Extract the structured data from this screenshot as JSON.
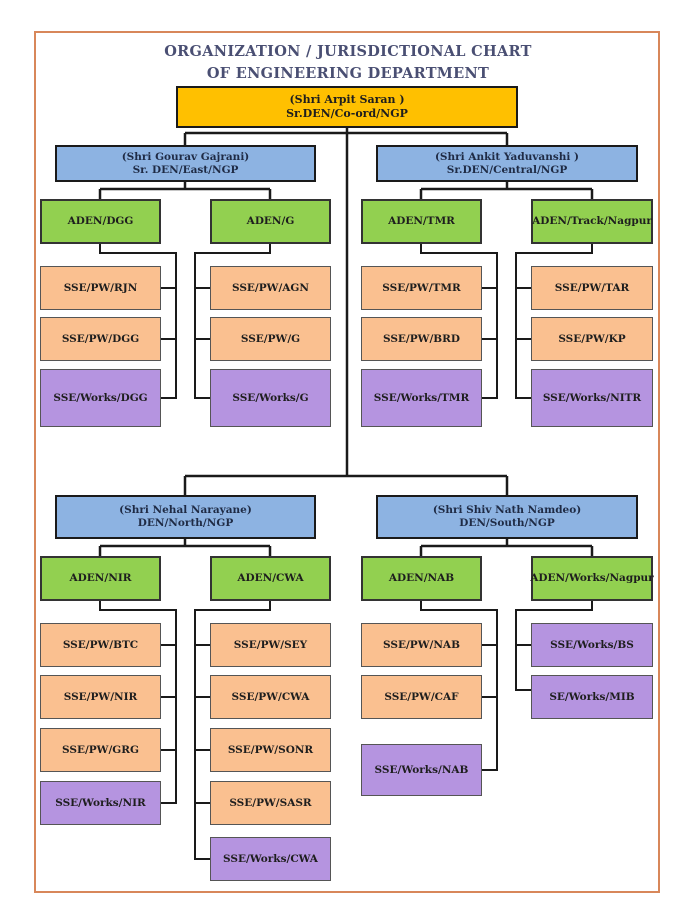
{
  "title": {
    "line1": "ORGANIZATION / JURISDICTIONAL CHART",
    "line2": "OF ENGINEERING DEPARTMENT"
  },
  "root": {
    "name": "(Shri Arpit Saran )",
    "post": "Sr.DEN/Co-ord/NGP"
  },
  "den_east": {
    "name": "(Shri Gourav Gajrani)",
    "post": "Sr. DEN/East/NGP",
    "adens": [
      {
        "label": "ADEN/DGG",
        "units": [
          "SSE/PW/RJN",
          "SSE/PW/DGG",
          "SSE/Works/DGG"
        ]
      },
      {
        "label": "ADEN/G",
        "units": [
          "SSE/PW/AGN",
          "SSE/PW/G",
          "SSE/Works/G"
        ]
      }
    ]
  },
  "den_central": {
    "name": "(Shri Ankit Yaduvanshi   )",
    "post": "Sr.DEN/Central/NGP",
    "adens": [
      {
        "label": "ADEN/TMR",
        "units": [
          "SSE/PW/TMR",
          "SSE/PW/BRD",
          "SSE/Works/TMR"
        ]
      },
      {
        "label": "ADEN/Track/Nagpur",
        "units": [
          "SSE/PW/TAR",
          "SSE/PW/KP",
          "SSE/Works/NITR"
        ]
      }
    ]
  },
  "den_north": {
    "name": "(Shri Nehal Narayane)",
    "post": "DEN/North/NGP",
    "adens": [
      {
        "label": "ADEN/NIR",
        "units": [
          "SSE/PW/BTC",
          "SSE/PW/NIR",
          "SSE/PW/GRG",
          "SSE/Works/NIR"
        ]
      },
      {
        "label": "ADEN/CWA",
        "units": [
          "SSE/PW/SEY",
          "SSE/PW/CWA",
          "SSE/PW/SONR",
          "SSE/PW/SASR",
          "SSE/Works/CWA"
        ]
      }
    ]
  },
  "den_south": {
    "name": "(Shri Shiv Nath Namdeo)",
    "post": "DEN/South/NGP",
    "adens": [
      {
        "label": "ADEN/NAB",
        "units": [
          "SSE/PW/NAB",
          "SSE/PW/CAF",
          "SSE/Works/NAB"
        ]
      },
      {
        "label": "ADEN/Works/Nagpur",
        "units": [
          "SSE/Works/BS",
          "SE/Works/MIB"
        ]
      }
    ]
  },
  "colors": {
    "root": "#ffc000",
    "den": "#8db3e2",
    "aden": "#92d050",
    "pw_unit": "#fac090",
    "works_unit": "#b594e0",
    "frame": "#d8875a"
  }
}
